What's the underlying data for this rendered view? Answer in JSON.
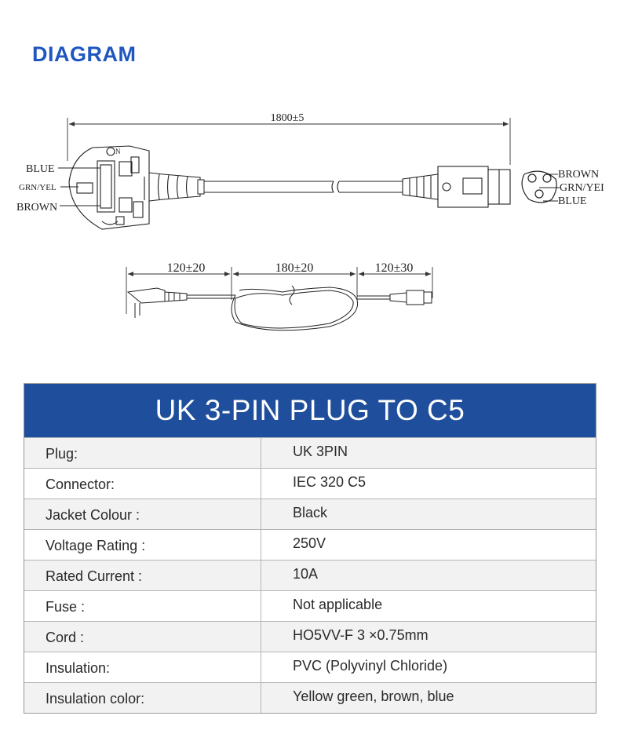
{
  "heading": "DIAGRAM",
  "diagram": {
    "length_total": "1800±5",
    "plug_labels": [
      "BLUE",
      "GRN/YEL",
      "BROWN"
    ],
    "connector_labels": [
      "BROWN",
      "GRN/YEI",
      "BLUE"
    ],
    "segment_labels": [
      "120±20",
      "180±20",
      "120±30"
    ]
  },
  "table": {
    "title": "UK 3-PIN PLUG TO C5",
    "rows": [
      {
        "label": "Plug:",
        "value": "UK 3PIN"
      },
      {
        "label": "Connector:",
        "value": "IEC 320 C5"
      },
      {
        "label": "Jacket Colour :",
        "value": "Black"
      },
      {
        "label": "Voltage Rating :",
        "value": "250V"
      },
      {
        "label": "Rated Current :",
        "value": "10A"
      },
      {
        "label": "Fuse :",
        "value": "Not applicable"
      },
      {
        "label": "Cord :",
        "value": "HO5VV-F 3 ×0.75mm"
      },
      {
        "label": "Insulation:",
        "value": "PVC (Polyvinyl Chloride)"
      },
      {
        "label": "Insulation color:",
        "value": "Yellow green, brown, blue"
      }
    ]
  }
}
